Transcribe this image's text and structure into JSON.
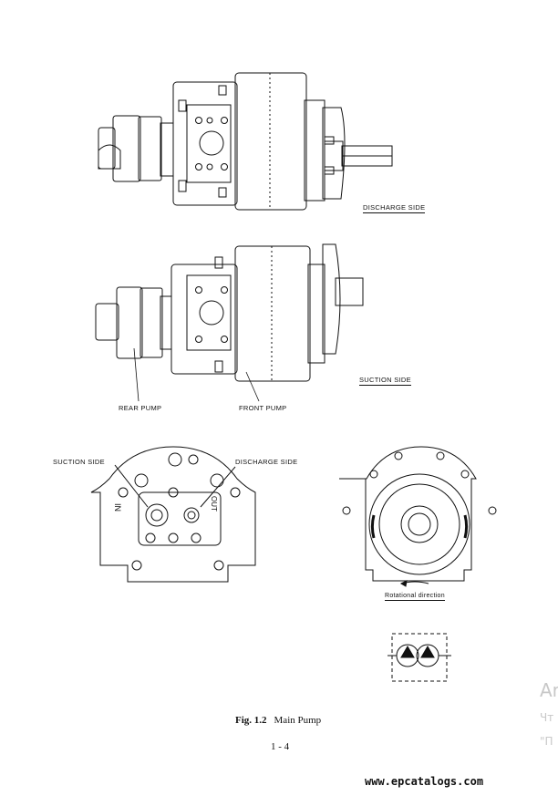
{
  "labels": {
    "discharge_side_top": "DISCHARGE SIDE",
    "suction_side_mid": "SUCTION SIDE",
    "rear_pump": "REAR PUMP",
    "front_pump": "FRONT PUMP",
    "suction_side_port": "SUCTION SIDE",
    "discharge_side_port": "DISCHARGE SIDE",
    "rotational_direction": "Rotational direction"
  },
  "caption": {
    "fig": "Fig. 1.2",
    "title": "Main Pump"
  },
  "page_number": "1 - 4",
  "footer": "www.epcatalogs.com",
  "watermark": {
    "line1": "Ar",
    "line2": "Чт",
    "line3": "\"П"
  }
}
